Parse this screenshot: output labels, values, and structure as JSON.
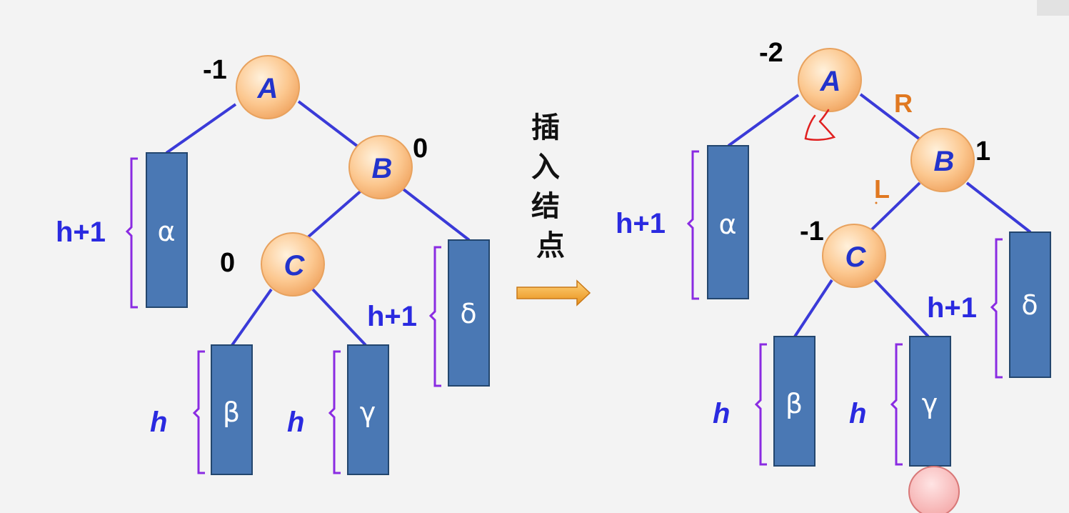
{
  "action": {
    "label": "插入结点"
  },
  "before": {
    "nodes": {
      "A": {
        "label": "A",
        "balance": "-1"
      },
      "B": {
        "label": "B",
        "balance": "0"
      },
      "C": {
        "label": "C",
        "balance": "0"
      }
    },
    "subtrees": {
      "alpha": {
        "label": "α",
        "height": "h+1"
      },
      "beta": {
        "label": "β",
        "height": "h"
      },
      "gamma": {
        "label": "γ",
        "height": "h"
      },
      "delta": {
        "label": "δ",
        "height": "h+1"
      }
    }
  },
  "after": {
    "nodes": {
      "A": {
        "label": "A",
        "balance": "-2"
      },
      "B": {
        "label": "B",
        "balance": "1"
      },
      "C": {
        "label": "C",
        "balance": "-1"
      }
    },
    "directions": {
      "A_to_B": "R",
      "B_to_C": "L"
    },
    "subtrees": {
      "alpha": {
        "label": "α",
        "height": "h+1"
      },
      "beta": {
        "label": "β",
        "height": "h"
      },
      "gamma": {
        "label": "γ",
        "height": "h"
      },
      "delta": {
        "label": "δ",
        "height": "h+1"
      }
    }
  },
  "colors": {
    "edge": "#3a3ad8",
    "box_fill": "#4a78b4",
    "bracket": "#8a2be2",
    "node_fill": "#fcc890",
    "arrow": "#f0a030",
    "inserted_node": "#f8b8b8",
    "mark": "#e02020"
  }
}
